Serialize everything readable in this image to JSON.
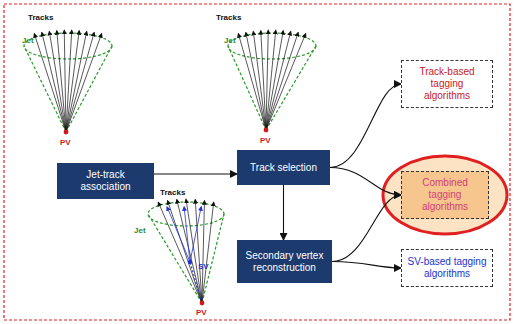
{
  "diagram": {
    "nodes": [
      {
        "text": [
          "Jet-track association"
        ]
      },
      {
        "text": [
          "Track selection"
        ]
      },
      {
        "text": [
          "Secondary vertex reconstruction"
        ]
      },
      {
        "text": [
          "Track-based tagging algorithms"
        ]
      },
      {
        "text": [
          "Combined tagging algorithms"
        ]
      },
      {
        "text": [
          "SV-based tagging algorithms"
        ]
      }
    ],
    "edges": [
      {
        "from": 0,
        "to": 1,
        "arrow": "to"
      },
      {
        "from": 1,
        "to": 3,
        "arrow": "to"
      },
      {
        "from": 1,
        "to": 4,
        "arrow": "to"
      },
      {
        "from": 1,
        "to": 2,
        "arrow": "to"
      },
      {
        "from": 2,
        "to": 4,
        "arrow": "to"
      },
      {
        "from": 2,
        "to": 5,
        "arrow": "to"
      }
    ],
    "labels": [
      "Tracks",
      "Jet",
      "PV",
      "Tracks",
      "Jet",
      "PV",
      "Tracks",
      "Jet",
      "SV",
      "PV"
    ]
  }
}
